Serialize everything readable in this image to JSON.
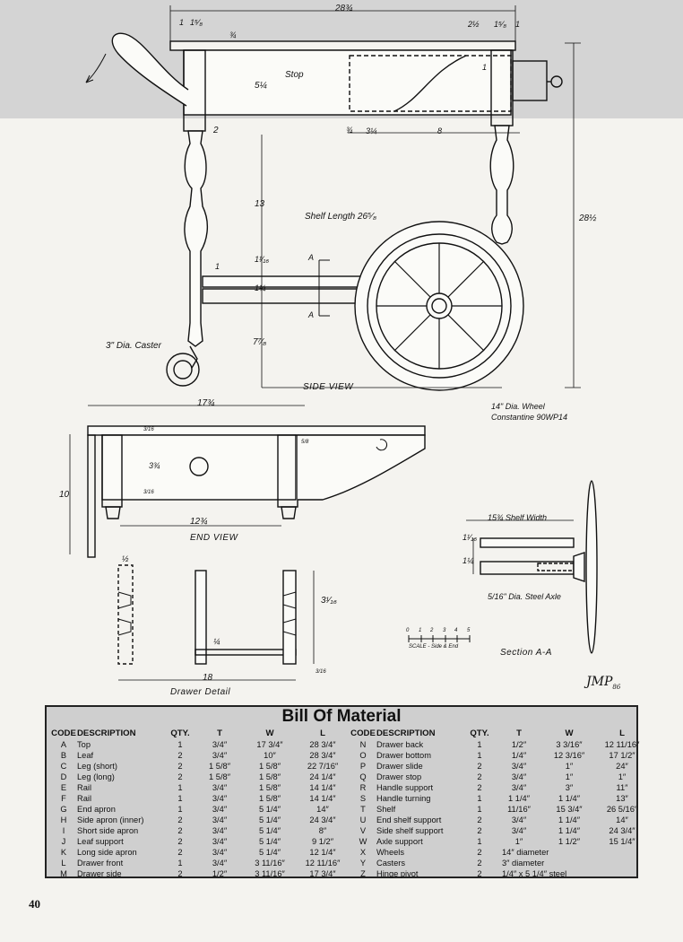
{
  "drawing": {
    "side_view_title": "SIDE VIEW",
    "end_view_title": "END VIEW",
    "drawer_detail_title": "Drawer Detail",
    "section_title": "Section A-A",
    "scale_label": "SCALE - Side & End",
    "scale_ticks": [
      "0",
      "1",
      "2",
      "3",
      "4",
      "5"
    ],
    "signature": "JMP",
    "signature_year": "86",
    "callouts": {
      "stop": "Stop",
      "shelf_length": "Shelf Length 26⁵⁄₈",
      "caster": "3\" Dia. Caster",
      "wheel_line1": "14\" Dia. Wheel",
      "wheel_line2": "Constantine 90WP14",
      "shelf_width": "15¾ Shelf Width",
      "axle": "5/16\" Dia. Steel Axle",
      "section_a1": "A",
      "section_a2": "A"
    },
    "dimensions": {
      "overall_length": "28¾",
      "top_left_1": "1",
      "top_left_1_5_8": "1⁵⁄₈",
      "top_right_2_1_2": "2½",
      "top_right_1_5_8": "1⁵⁄₈",
      "top_right_1": "1",
      "thickness_3_4": "¾",
      "apron_5_1_4": "5¼",
      "leg_2": "2",
      "drawer_1": "1",
      "small_3_4": "¾",
      "drawer_3_1_4": "3¼",
      "drawer_8": "8",
      "leg_13": "13",
      "rail_1": "1",
      "rail_1_1_16": "1¹⁄₁₆",
      "rail_1_1_4": "1¼",
      "lower_7_7_8": "7⁷⁄₈",
      "overall_height": "28½",
      "end_width": "17¾",
      "end_height": "10",
      "end_apron": "3¾",
      "end_inner": "12¾",
      "end_3_16a": "3/16",
      "end_3_16b": "3/16",
      "end_5_8": "5/8",
      "drawer_length": "18",
      "drawer_height": "3¹⁄₁₆",
      "drawer_1_2": "½",
      "drawer_1_4": "¼",
      "drawer_3_16": "3/16",
      "section_1_1_16": "1¹⁄₁₆",
      "section_1_1_4": "1¼"
    }
  },
  "bom": {
    "title": "Bill Of Material",
    "headers": [
      "CODE",
      "DESCRIPTION",
      "QTY.",
      "T",
      "W",
      "L"
    ],
    "left_rows": [
      [
        "A",
        "Top",
        "1",
        "3/4″",
        "17 3/4″",
        "28 3/4″"
      ],
      [
        "B",
        "Leaf",
        "2",
        "3/4″",
        "10″",
        "28 3/4″"
      ],
      [
        "C",
        "Leg (short)",
        "2",
        "1 5/8″",
        "1 5/8″",
        "22 7/16″"
      ],
      [
        "D",
        "Leg (long)",
        "2",
        "1 5/8″",
        "1 5/8″",
        "24 1/4″"
      ],
      [
        "E",
        "Rail",
        "1",
        "3/4″",
        "1 5/8″",
        "14 1/4″"
      ],
      [
        "F",
        "Rail",
        "1",
        "3/4″",
        "1 5/8″",
        "14 1/4″"
      ],
      [
        "G",
        "End apron",
        "1",
        "3/4″",
        "5 1/4″",
        "14″"
      ],
      [
        "H",
        "Side apron (inner)",
        "2",
        "3/4″",
        "5 1/4″",
        "24 3/4″"
      ],
      [
        "I",
        "Short side apron",
        "2",
        "3/4″",
        "5 1/4″",
        "8″"
      ],
      [
        "J",
        "Leaf support",
        "2",
        "3/4″",
        "5 1/4″",
        "9 1/2″"
      ],
      [
        "K",
        "Long side apron",
        "2",
        "3/4″",
        "5 1/4″",
        "12 1/4″"
      ],
      [
        "L",
        "Drawer front",
        "1",
        "3/4″",
        "3 11/16″",
        "12 11/16″"
      ],
      [
        "M",
        "Drawer side",
        "2",
        "1/2″",
        "3 11/16″",
        "17 3/4″"
      ]
    ],
    "right_rows": [
      [
        "N",
        "Drawer back",
        "1",
        "1/2″",
        "3 3/16″",
        "12 11/16″"
      ],
      [
        "O",
        "Drawer bottom",
        "1",
        "1/4″",
        "12 3/16″",
        "17 1/2″"
      ],
      [
        "P",
        "Drawer slide",
        "2",
        "3/4″",
        "1″",
        "24″"
      ],
      [
        "Q",
        "Drawer stop",
        "2",
        "3/4″",
        "1″",
        "1″"
      ],
      [
        "R",
        "Handle support",
        "2",
        "3/4″",
        "3″",
        "11″"
      ],
      [
        "S",
        "Handle turning",
        "1",
        "1 1/4″",
        "1 1/4″",
        "13″"
      ],
      [
        "T",
        "Shelf",
        "1",
        "11/16″",
        "15 3/4″",
        "26 5/16″"
      ],
      [
        "U",
        "End shelf support",
        "2",
        "3/4″",
        "1 1/4″",
        "14″"
      ],
      [
        "V",
        "Side shelf support",
        "2",
        "3/4″",
        "1 1/4″",
        "24 3/4″"
      ],
      [
        "W",
        "Axle support",
        "1",
        "1″",
        "1 1/2″",
        "15 1/4″"
      ],
      [
        "X",
        "Wheels",
        "2",
        "14″ diameter",
        "",
        ""
      ],
      [
        "Y",
        "Casters",
        "2",
        "3″ diameter",
        "",
        ""
      ],
      [
        "Z",
        "Hinge pivot",
        "2",
        "1/4″ x 5 1/4″ steel",
        "",
        ""
      ]
    ]
  },
  "page_number": "40"
}
